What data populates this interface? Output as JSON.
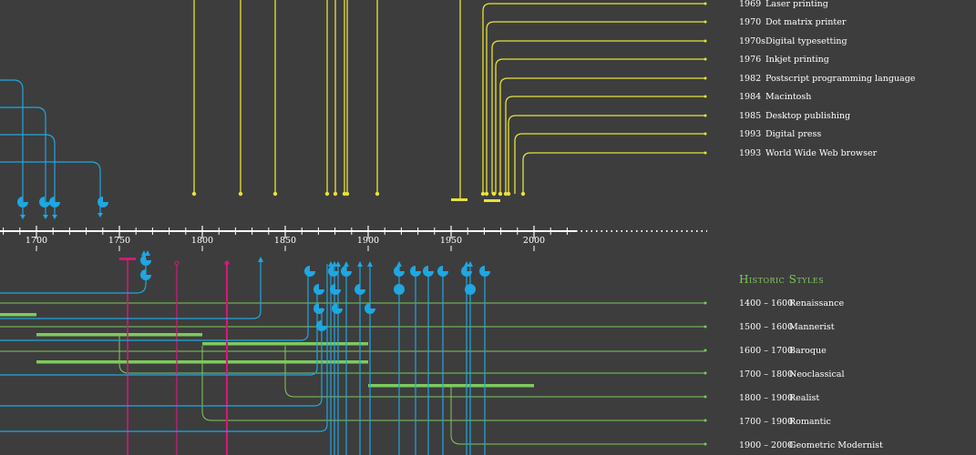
{
  "colors": {
    "background": "#3d3d3d",
    "yellow": "#e8e23a",
    "cyan": "#1ea7e1",
    "green": "#7dcb5c",
    "magenta": "#d6187a",
    "axis": "#ffffff"
  },
  "axis": {
    "ticks": [
      "1700",
      "1750",
      "1800",
      "1850",
      "1900",
      "1950",
      "2000"
    ]
  },
  "technology_events": [
    {
      "date": "1969",
      "label": "Laser printing"
    },
    {
      "date": "1970",
      "label": "Dot matrix printer"
    },
    {
      "date": "1970s",
      "label": "Digital typesetting"
    },
    {
      "date": "1976",
      "label": "Inkjet printing"
    },
    {
      "date": "1982",
      "label": "Postscript programming language"
    },
    {
      "date": "1984",
      "label": "Macintosh"
    },
    {
      "date": "1985",
      "label": "Desktop publishing"
    },
    {
      "date": "1993",
      "label": "Digital press"
    },
    {
      "date": "1993",
      "label": "World Wide Web browser"
    }
  ],
  "historic_styles": {
    "heading": "Historic Styles",
    "items": [
      {
        "range": "1400 – 1600",
        "label": "Renaissance"
      },
      {
        "range": "1500 – 1600",
        "label": "Mannerist"
      },
      {
        "range": "1600 – 1700",
        "label": "Baroque"
      },
      {
        "range": "1700 – 1800",
        "label": "Neoclassical"
      },
      {
        "range": "1800 – 1900",
        "label": "Realist"
      },
      {
        "range": "1700 – 1900",
        "label": "Romantic"
      },
      {
        "range": "1900 – 2000",
        "label": "Geometric Modernist"
      }
    ]
  }
}
